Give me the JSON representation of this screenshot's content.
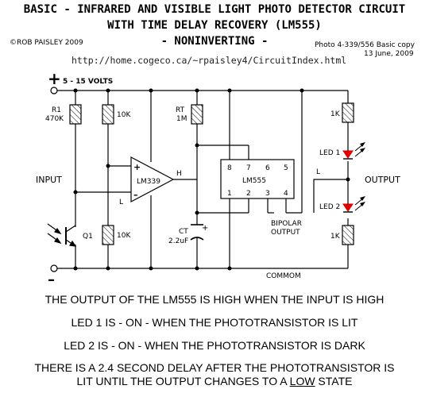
{
  "header": {
    "title_line1": "BASIC - INFRARED AND VISIBLE LIGHT PHOTO DETECTOR CIRCUIT",
    "title_line2": "WITH TIME DELAY RECOVERY (LM555)",
    "title_line3": "- NONINVERTING -",
    "copyright": "©ROB PAISLEY 2009",
    "photo_ref": "Photo 4-339/556 Basic copy",
    "date": "13 June, 2009",
    "url": "http://home.cogeco.ca/~rpaisley4/CircuitIndex.html"
  },
  "circuit": {
    "supply_plus": "+",
    "supply_label": "5 - 15 VOLTS",
    "supply_minus": "–",
    "r1_name": "R1",
    "r1_value": "470K",
    "r_top_value": "10K",
    "r_bottom_value": "10K",
    "rt_name": "RT",
    "rt_value": "1M",
    "ct_name": "CT",
    "ct_value": "2.2uF",
    "comparator": "LM339",
    "plus_in": "+",
    "minus_in": "–",
    "comp_high": "H",
    "comp_low": "L",
    "timer": "LM555",
    "pins_top": [
      "8",
      "7",
      "6",
      "5"
    ],
    "pins_bottom": [
      "1",
      "2",
      "3",
      "4"
    ],
    "bipolar_output": [
      "BIPOLAR",
      "OUTPUT"
    ],
    "out_low": "L",
    "input_label": "INPUT",
    "transistor": "Q1",
    "r_led_top": "1K",
    "r_led_bottom": "1K",
    "led1": "LED 1",
    "led2": "LED 2",
    "output_label": "OUTPUT",
    "common": "COMMOM",
    "cap_plus": "+"
  },
  "notes": [
    "THE OUTPUT OF THE LM555 IS HIGH WHEN THE INPUT IS HIGH",
    "LED 1 IS - ON - WHEN THE PHOTOTRANSISTOR IS LIT",
    "LED 2 IS - ON - WHEN THE PHOTOTRANSISTOR IS DARK",
    "THERE IS A 2.4 SECOND DELAY AFTER THE PHOTOTRANSISTOR IS",
    "LIT UNTIL THE OUTPUT CHANGES TO A ",
    "LOW",
    " STATE"
  ],
  "colors": {
    "wire": "#000000",
    "led": "#e00000"
  }
}
